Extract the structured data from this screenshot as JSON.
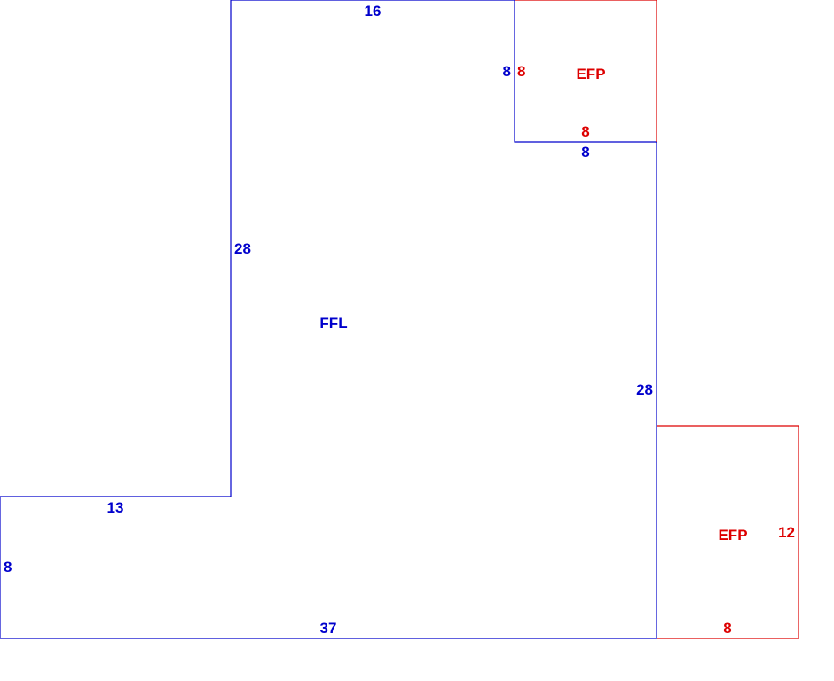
{
  "colors": {
    "main": "#0000cc",
    "porch": "#dd0000",
    "background": "#ffffff"
  },
  "main_area": {
    "label": "FFL",
    "dims": {
      "top": "16",
      "left_upper": "28",
      "right": "28",
      "notch_left": "8",
      "notch_bottom": "8",
      "step_top": "13",
      "far_left": "8",
      "bottom": "37"
    }
  },
  "porch_top": {
    "label": "EFP",
    "dims": {
      "left": "8",
      "bottom": "8"
    }
  },
  "porch_bottom": {
    "label": "EFP",
    "dims": {
      "right": "12",
      "bottom": "8"
    }
  }
}
